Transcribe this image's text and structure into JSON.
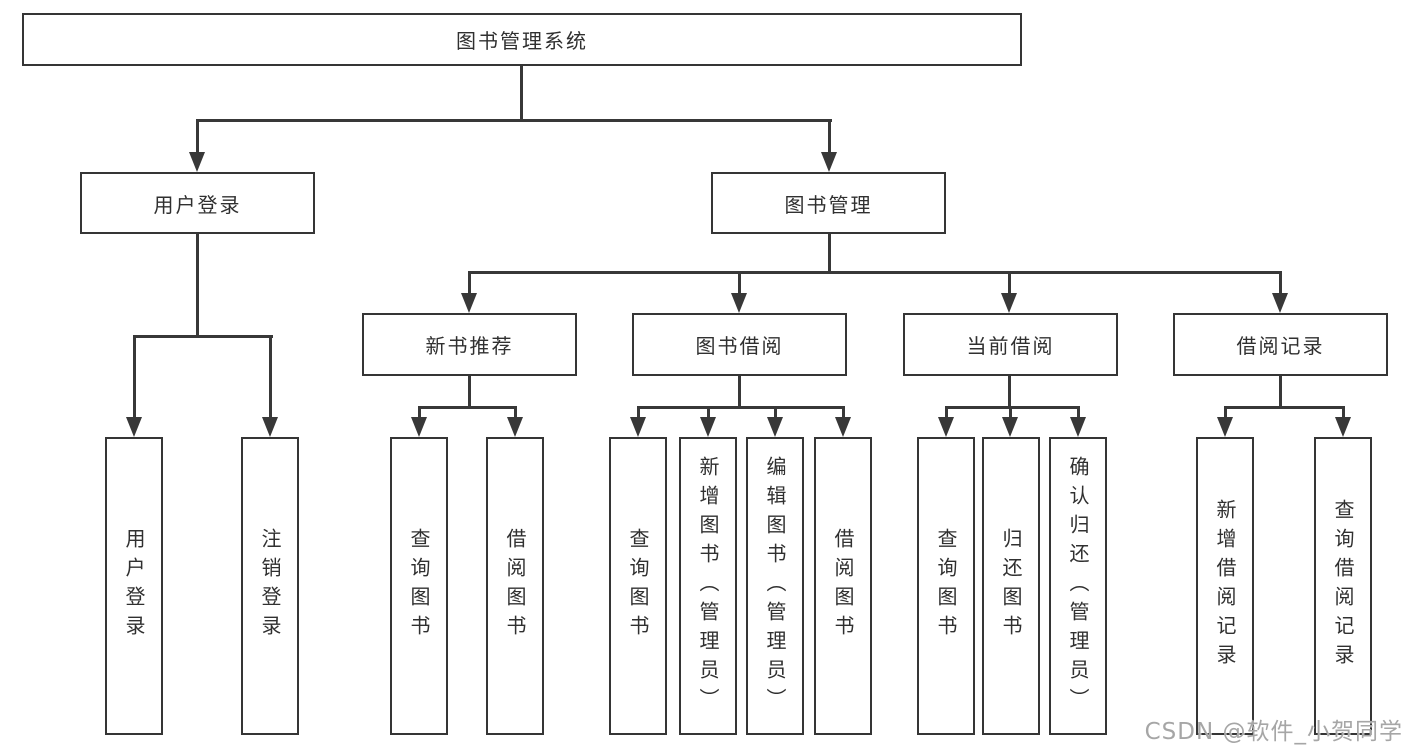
{
  "tree": {
    "label": "图书管理系统",
    "children": [
      {
        "label": "用户登录",
        "children": [
          {
            "label": "用户登录"
          },
          {
            "label": "注销登录"
          }
        ]
      },
      {
        "label": "图书管理",
        "children": [
          {
            "label": "新书推荐",
            "children": [
              {
                "label": "查询图书"
              },
              {
                "label": "借阅图书"
              }
            ]
          },
          {
            "label": "图书借阅",
            "children": [
              {
                "label": "查询图书"
              },
              {
                "label": "新增图书（管理员）"
              },
              {
                "label": "编辑图书（管理员）"
              },
              {
                "label": "借阅图书"
              }
            ]
          },
          {
            "label": "当前借阅",
            "children": [
              {
                "label": "查询图书"
              },
              {
                "label": "归还图书"
              },
              {
                "label": "确认归还（管理员）"
              }
            ]
          },
          {
            "label": "借阅记录",
            "children": [
              {
                "label": "新增借阅记录"
              },
              {
                "label": "查询借阅记录"
              }
            ]
          }
        ]
      }
    ]
  },
  "watermark": {
    "text": "CSDN @软件_小贺同学"
  },
  "colors": {
    "line": "#383838",
    "box_border": "#353535",
    "text": "#303030",
    "watermark": "#a6a6a6",
    "background": "#ffffff"
  }
}
